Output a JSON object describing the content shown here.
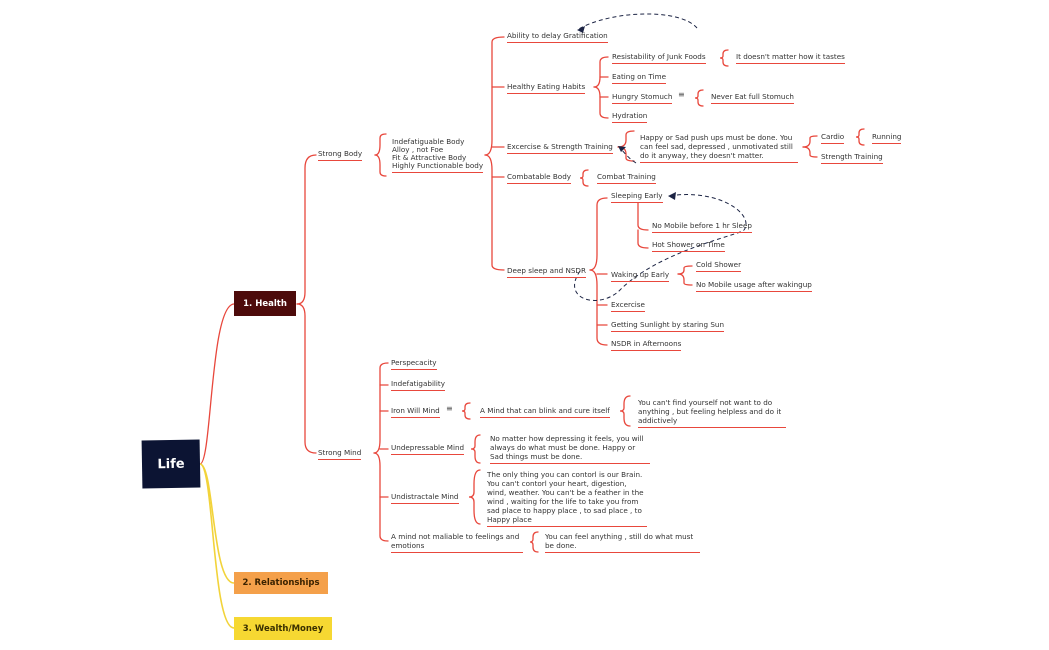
{
  "root": "Life",
  "branches": {
    "health": "1. Health",
    "relationships": "2. Relationships",
    "wealth": "3. Wealth/Money"
  },
  "strong_body": {
    "label": "Strong Body",
    "attrs": [
      "Indefatiguable Body",
      "Alloy , not Foe",
      "Fit & Attractive Body",
      "Highly Functionable body"
    ],
    "delay_gratification": "Ability to delay Gratification",
    "healthy_eating": {
      "label": "Healthy Eating Habits",
      "junk": "Resistability of Junk Foods",
      "junk_note": "It doesn't matter how it tastes",
      "eating_on_time": "Eating on Time",
      "hungry": "Hungry Stomuch",
      "hungry_note": "Never Eat full Stomuch",
      "hydration": "Hydration"
    },
    "exercise": {
      "label": "Excercise & Strength Training",
      "note": "Happy or Sad push ups must be done. You can feel sad, depressed , unmotivated still do it anyway, they doesn't matter.",
      "cardio": "Cardio",
      "running": "Running",
      "strength": "Strength Training"
    },
    "combatable": "Combatable Body",
    "combat_training": "Combat Training",
    "sleep": {
      "label": "Deep sleep and NSDR",
      "sleeping_early": "Sleeping Early",
      "no_mobile": "No Mobile before 1 hr Sleep",
      "hot_shower": "Hot Shower on Time",
      "waking_early": "Waking up Early",
      "cold_shower": "Cold Shower",
      "no_mobile_wake": "No Mobile usage after wakingup",
      "exercise": "Excercise",
      "sunlight": "Getting Sunlight by staring Sun",
      "nsdr": "NSDR in Afternoons"
    }
  },
  "strong_mind": {
    "label": "Strong Mind",
    "perspecacity": "Perspecacity",
    "indefatigability": "Indefatigability",
    "iron_will": "Iron Will Mind",
    "iron_will_note": "A Mind that can blink and cure itself",
    "iron_will_note2": "You can't find yourself not want to do anything , but feeling helpless and do it addictively",
    "undepressable": "Undepressable Mind",
    "undepressable_note": "No matter how depressing it feels, you will always do what must be done. Happy or Sad things must be done.",
    "undistractale": "Undistractale Mind",
    "undistractale_note": "The only thing you can contorl is our Brain. You can't contorl your heart, digestion, wind, weather. You can't be a feather in the wind , waiting for the life to take you from sad place to happy place , to sad place , to Happy place",
    "maliable": "A mind not maliable to feelings and emotions",
    "maliable_note": "You can feel anything , still do what must be done."
  },
  "colors": {
    "root": "#0c1433",
    "health": "#4d0b0b",
    "relationships": "#f4a04a",
    "wealth": "#f6d832",
    "branch_line": "#e8473c",
    "yellow_line": "#f2d33a"
  }
}
